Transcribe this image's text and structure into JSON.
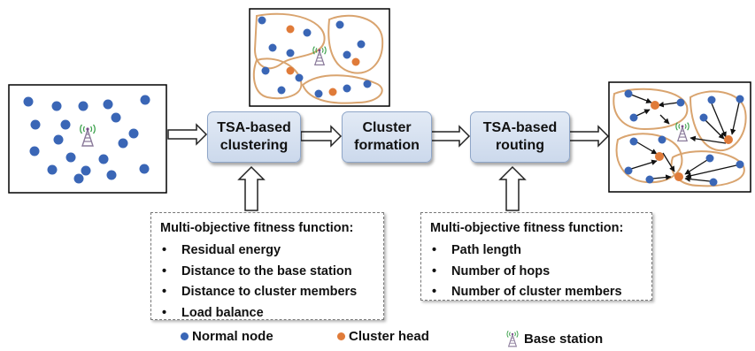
{
  "stages": [
    {
      "line1": "TSA-based",
      "line2": "clustering"
    },
    {
      "line1": "Cluster",
      "line2": "formation"
    },
    {
      "line1": "TSA-based",
      "line2": "routing"
    }
  ],
  "clustering_fitness": {
    "title": "Multi-objective fitness function:",
    "items": [
      "Residual energy",
      "Distance to the base station",
      "Distance to cluster members",
      "Load balance"
    ]
  },
  "routing_fitness": {
    "title": "Multi-objective fitness function:",
    "items": [
      "Path length",
      "Number of hops",
      "Number of cluster members"
    ]
  },
  "legend": {
    "normal_node": "Normal node",
    "cluster_head": "Cluster head",
    "base_station": "Base station"
  },
  "colors": {
    "normal_node": "#3a66b6",
    "cluster_head": "#e07b39",
    "cluster_boundary": "#d9a46f",
    "stage_fill": "#d8e2f0"
  },
  "icons": [
    "base-station-icon",
    "normal-node-icon",
    "cluster-head-icon",
    "arrow-right-icon",
    "arrow-up-icon"
  ]
}
